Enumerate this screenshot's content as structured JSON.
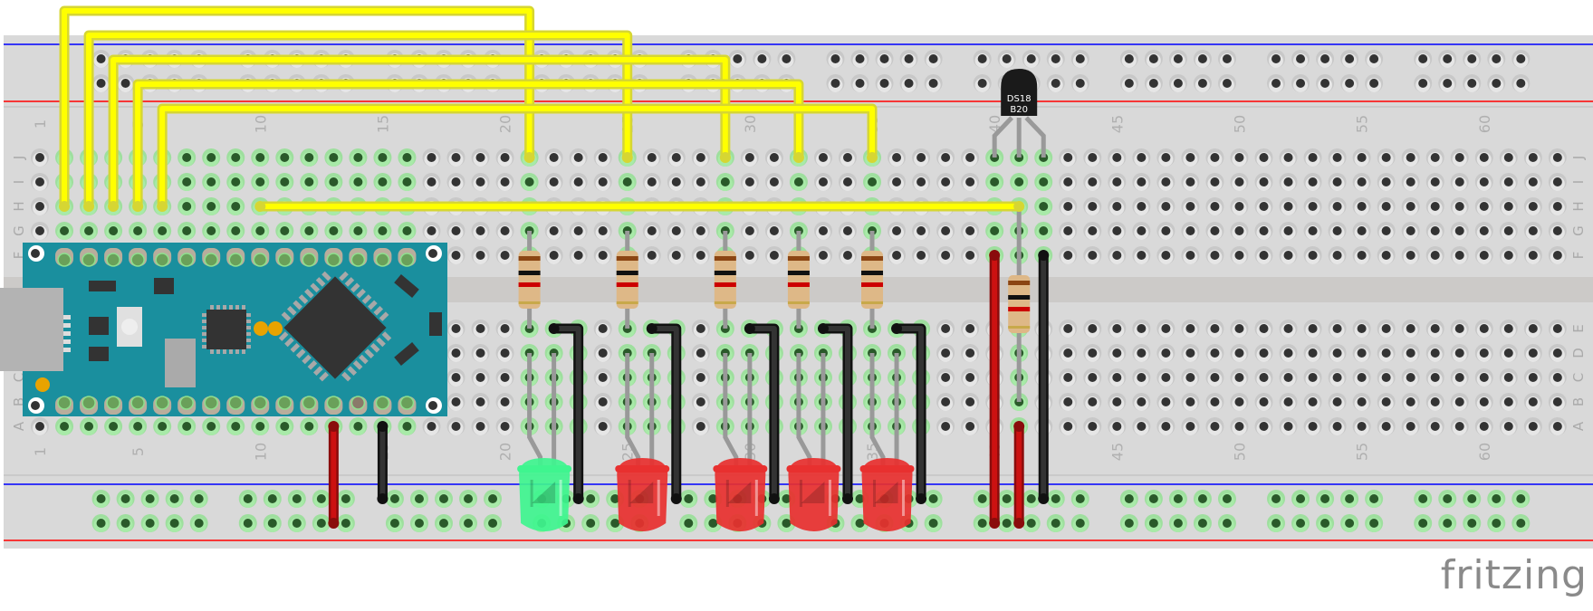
{
  "app": "fritzing",
  "logo_text": "fritzing",
  "breadboard": {
    "columns": 63,
    "row_labels_top": [
      "J",
      "I",
      "H",
      "G",
      "F"
    ],
    "row_labels_bottom": [
      "E",
      "D",
      "C",
      "B",
      "A"
    ],
    "column_number_labels": [
      "1",
      "5",
      "10",
      "15",
      "20",
      "25",
      "30",
      "35",
      "40",
      "45",
      "50",
      "55",
      "60"
    ],
    "rail_top_line_colors": {
      "upper": "#0000ff",
      "lower": "#ff0000"
    },
    "rail_bottom_line_colors": {
      "upper": "#0000ff",
      "lower": "#ff0000"
    },
    "body_color": "#d9d9d9",
    "hole_color": "#333333",
    "hole_connected_color": "#2a5a2a",
    "highlight_color": "#8ee08e"
  },
  "components": {
    "arduino": {
      "label": "Arduino Nano",
      "color": "#1a8f9e"
    },
    "sensor": {
      "label_line1": "DS18",
      "label_line2": "B20",
      "part": "DS18B20"
    },
    "leds": [
      {
        "color": "green",
        "hex": "#3ff58f"
      },
      {
        "color": "red",
        "hex": "#e8302f"
      },
      {
        "color": "red",
        "hex": "#e8302f"
      },
      {
        "color": "red",
        "hex": "#e8302f"
      },
      {
        "color": "red",
        "hex": "#e8302f"
      }
    ],
    "resistor_bands": [
      "#8b4513",
      "#111111",
      "#cc0000",
      "#c8a94a"
    ],
    "resistor_count": 6
  },
  "wires": {
    "yellow": "#ffff00",
    "yellow_edge": "#d6d633",
    "red": "#cc1111",
    "black": "#333333"
  }
}
